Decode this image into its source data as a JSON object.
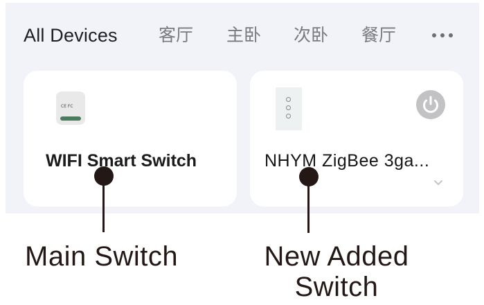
{
  "tabs": [
    {
      "label": "All Devices",
      "active": true
    },
    {
      "label": "客厅",
      "active": false
    },
    {
      "label": "主卧",
      "active": false
    },
    {
      "label": "次卧",
      "active": false
    },
    {
      "label": "餐厅",
      "active": false
    }
  ],
  "more_icon": "more-horizontal-icon",
  "devices": [
    {
      "name": "WIFI Smart Switch",
      "image": "smart-switch-module",
      "image_text": "CE FC",
      "has_power_button": false
    },
    {
      "name": "NHYM ZigBee 3ga...",
      "image": "three-gang-wall-switch",
      "has_power_button": true,
      "power_icon": "power-icon",
      "expand_icon": "chevron-down-icon"
    }
  ],
  "callouts": [
    {
      "label": "Main Switch"
    },
    {
      "label_line1": "New Added",
      "label_line2": "Switch"
    }
  ],
  "colors": {
    "panel_bg": "#f2f3f9",
    "card_bg": "#ffffff",
    "tab_active": "#1e1e20",
    "tab_inactive": "#7a7a7e",
    "power_button": "#c2c2c4",
    "callout": "#231815"
  }
}
